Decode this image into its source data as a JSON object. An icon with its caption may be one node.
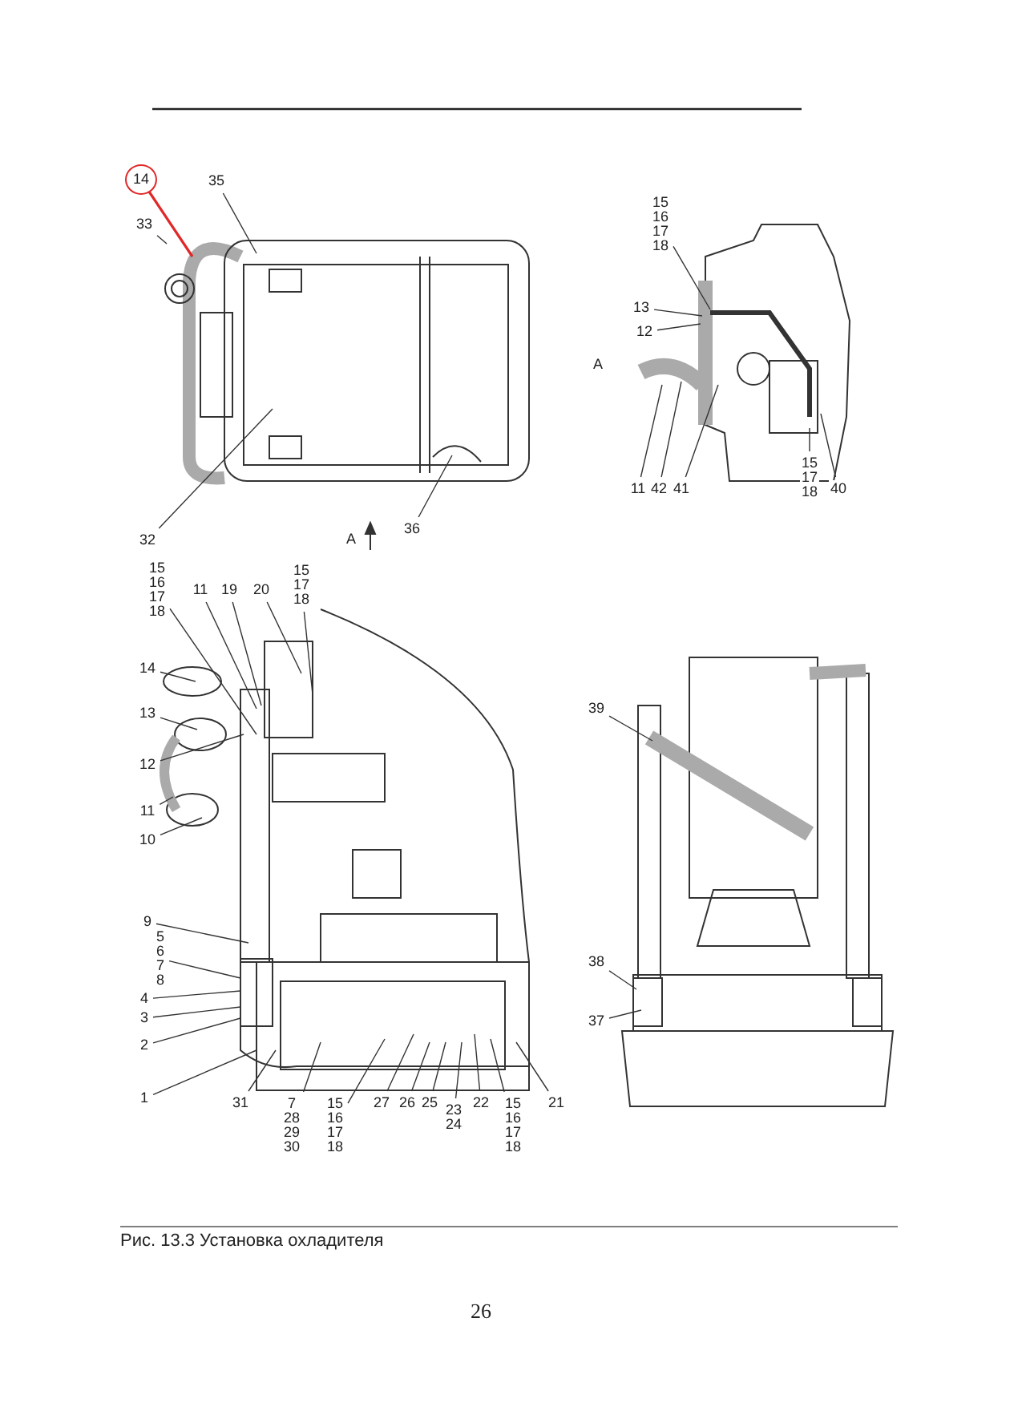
{
  "diagram": {
    "caption": "Рис. 13.3 Установка охладителя",
    "nodes": [
      {
        "text": [
          "14"
        ]
      },
      {
        "text": [
          "33"
        ]
      },
      {
        "text": [
          "35"
        ]
      },
      {
        "text": [
          "32"
        ]
      },
      {
        "text": [
          "36"
        ]
      },
      {
        "text": [
          "15 16 17 18"
        ]
      },
      {
        "text": [
          "13"
        ]
      },
      {
        "text": [
          "12"
        ]
      },
      {
        "text": [
          "11"
        ]
      },
      {
        "text": [
          "42"
        ]
      },
      {
        "text": [
          "41"
        ]
      },
      {
        "text": [
          "15 17 18"
        ]
      },
      {
        "text": [
          "40"
        ]
      },
      {
        "text": [
          "15 16 17 18"
        ]
      },
      {
        "text": [
          "11"
        ]
      },
      {
        "text": [
          "19"
        ]
      },
      {
        "text": [
          "20"
        ]
      },
      {
        "text": [
          "15 17 18"
        ]
      },
      {
        "text": [
          "14"
        ]
      },
      {
        "text": [
          "13"
        ]
      },
      {
        "text": [
          "12"
        ]
      },
      {
        "text": [
          "11"
        ]
      },
      {
        "text": [
          "10"
        ]
      },
      {
        "text": [
          "9"
        ]
      },
      {
        "text": [
          "5 6 7 8"
        ]
      },
      {
        "text": [
          "4"
        ]
      },
      {
        "text": [
          "3"
        ]
      },
      {
        "text": [
          "2"
        ]
      },
      {
        "text": [
          "1"
        ]
      },
      {
        "text": [
          "31"
        ]
      },
      {
        "text": [
          "7 28 29 30"
        ]
      },
      {
        "text": [
          "15 16 17 18"
        ]
      },
      {
        "text": [
          "27"
        ]
      },
      {
        "text": [
          "26"
        ]
      },
      {
        "text": [
          "25"
        ]
      },
      {
        "text": [
          "23 24"
        ]
      },
      {
        "text": [
          "22"
        ]
      },
      {
        "text": [
          "15 16 17 18"
        ]
      },
      {
        "text": [
          "21"
        ]
      },
      {
        "text": [
          "39"
        ]
      },
      {
        "text": [
          "38"
        ]
      },
      {
        "text": [
          "37"
        ]
      }
    ],
    "edges": [
      {
        "from": 0,
        "to": null,
        "arrow": "none",
        "color": "#e02828"
      },
      {
        "from": 1,
        "to": null,
        "arrow": "none"
      },
      {
        "from": 2,
        "to": null,
        "arrow": "none"
      },
      {
        "from": 3,
        "to": null,
        "arrow": "none"
      },
      {
        "from": 4,
        "to": null,
        "arrow": "none"
      },
      {
        "from": 5,
        "to": null,
        "arrow": "none"
      },
      {
        "from": 6,
        "to": null,
        "arrow": "none"
      },
      {
        "from": 7,
        "to": null,
        "arrow": "none"
      },
      {
        "from": 8,
        "to": null,
        "arrow": "none"
      },
      {
        "from": 9,
        "to": null,
        "arrow": "none"
      },
      {
        "from": 10,
        "to": null,
        "arrow": "none"
      },
      {
        "from": 11,
        "to": null,
        "arrow": "none"
      },
      {
        "from": 12,
        "to": null,
        "arrow": "none"
      },
      {
        "from": 13,
        "to": null,
        "arrow": "none"
      },
      {
        "from": 14,
        "to": null,
        "arrow": "none"
      },
      {
        "from": 15,
        "to": null,
        "arrow": "none"
      },
      {
        "from": 16,
        "to": null,
        "arrow": "none"
      },
      {
        "from": 17,
        "to": null,
        "arrow": "none"
      },
      {
        "from": 18,
        "to": null,
        "arrow": "none"
      },
      {
        "from": 19,
        "to": null,
        "arrow": "none"
      },
      {
        "from": 20,
        "to": null,
        "arrow": "none"
      },
      {
        "from": 21,
        "to": null,
        "arrow": "none"
      },
      {
        "from": 22,
        "to": null,
        "arrow": "none"
      },
      {
        "from": 23,
        "to": null,
        "arrow": "none"
      },
      {
        "from": 24,
        "to": null,
        "arrow": "none"
      },
      {
        "from": 25,
        "to": null,
        "arrow": "none"
      },
      {
        "from": 26,
        "to": null,
        "arrow": "none"
      },
      {
        "from": 27,
        "to": null,
        "arrow": "none"
      },
      {
        "from": 28,
        "to": null,
        "arrow": "none"
      },
      {
        "from": 29,
        "to": null,
        "arrow": "none"
      },
      {
        "from": 30,
        "to": null,
        "arrow": "none"
      },
      {
        "from": 31,
        "to": null,
        "arrow": "none"
      },
      {
        "from": 32,
        "to": null,
        "arrow": "none"
      },
      {
        "from": 33,
        "to": null,
        "arrow": "none"
      },
      {
        "from": 34,
        "to": null,
        "arrow": "none"
      },
      {
        "from": 35,
        "to": null,
        "arrow": "none"
      },
      {
        "from": 36,
        "to": null,
        "arrow": "none"
      },
      {
        "from": 37,
        "to": null,
        "arrow": "none"
      },
      {
        "from": 38,
        "to": null,
        "arrow": "none"
      },
      {
        "from": 39,
        "to": null,
        "arrow": "none"
      },
      {
        "from": 40,
        "to": null,
        "arrow": "none"
      },
      {
        "from": 41,
        "to": null,
        "arrow": "none"
      }
    ],
    "labels": [
      "A",
      "A",
      "26"
    ]
  }
}
